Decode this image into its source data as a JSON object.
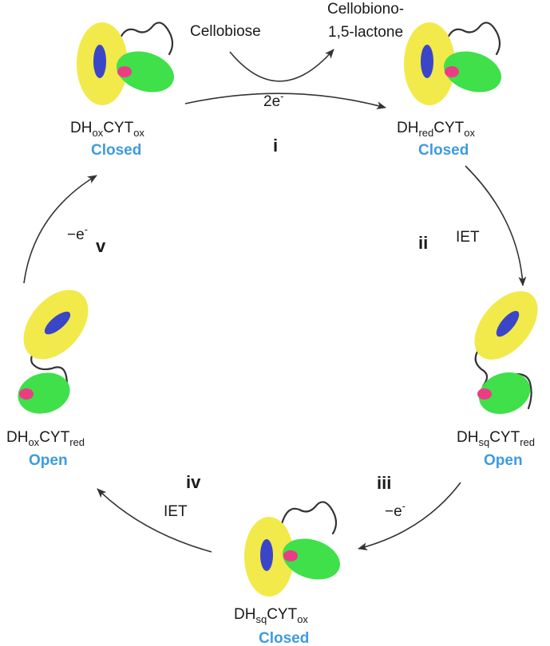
{
  "colors": {
    "dehydrogenase": "#f1ea4a",
    "fad_cofactor": "#3b45c8",
    "cytochrome": "#3fe04a",
    "heme": "#ec3c86",
    "conformation_label": "#3d9be0",
    "arrow": "#333333"
  },
  "reaction": {
    "substrate": "Cellobiose",
    "product_line1": "Cellobiono-",
    "product_line2": "1,5-lactone",
    "electrons": "2e",
    "electrons_sup": "-"
  },
  "states": {
    "top_left": {
      "dh": "DH",
      "dh_sub": "ox",
      "cyt": "CYT",
      "cyt_sub": "ox",
      "conformation": "Closed"
    },
    "top_right": {
      "dh": "DH",
      "dh_sub": "red",
      "cyt": "CYT",
      "cyt_sub": "ox",
      "conformation": "Closed"
    },
    "right": {
      "dh": "DH",
      "dh_sub": "sq",
      "cyt": "CYT",
      "cyt_sub": "red",
      "conformation": "Open"
    },
    "bottom": {
      "dh": "DH",
      "dh_sub": "sq",
      "cyt": "CYT",
      "cyt_sub": "ox",
      "conformation": "Closed"
    },
    "left": {
      "dh": "DH",
      "dh_sub": "ox",
      "cyt": "CYT",
      "cyt_sub": "red",
      "conformation": "Open"
    }
  },
  "steps": {
    "i": {
      "numeral": "i"
    },
    "ii": {
      "numeral": "ii",
      "label": "IET"
    },
    "iii": {
      "numeral": "iii",
      "label": "−e",
      "label_sup": "-"
    },
    "iv": {
      "numeral": "iv",
      "label": "IET"
    },
    "v": {
      "numeral": "v",
      "label": "−e",
      "label_sup": "-"
    }
  }
}
